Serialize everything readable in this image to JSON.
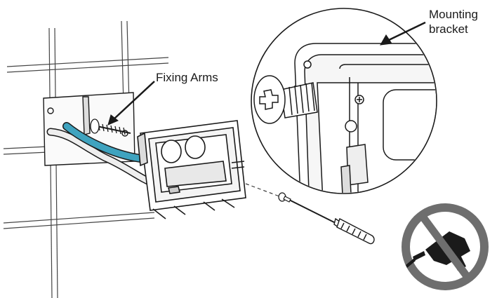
{
  "labels": {
    "fixing_arms": "Fixing Arms",
    "mounting_bracket_line1": "Mounting",
    "mounting_bracket_line2": "bracket"
  },
  "icons": {
    "warning": "no-drill-icon",
    "tool": "screwdriver-icon",
    "fastener": "screw-icon"
  },
  "colors": {
    "line": "#1a1a1a",
    "cable_blue": "#3fa3bf",
    "cable_grey": "#e6e6e6",
    "no_drill_badge": "#6e6e6e"
  }
}
